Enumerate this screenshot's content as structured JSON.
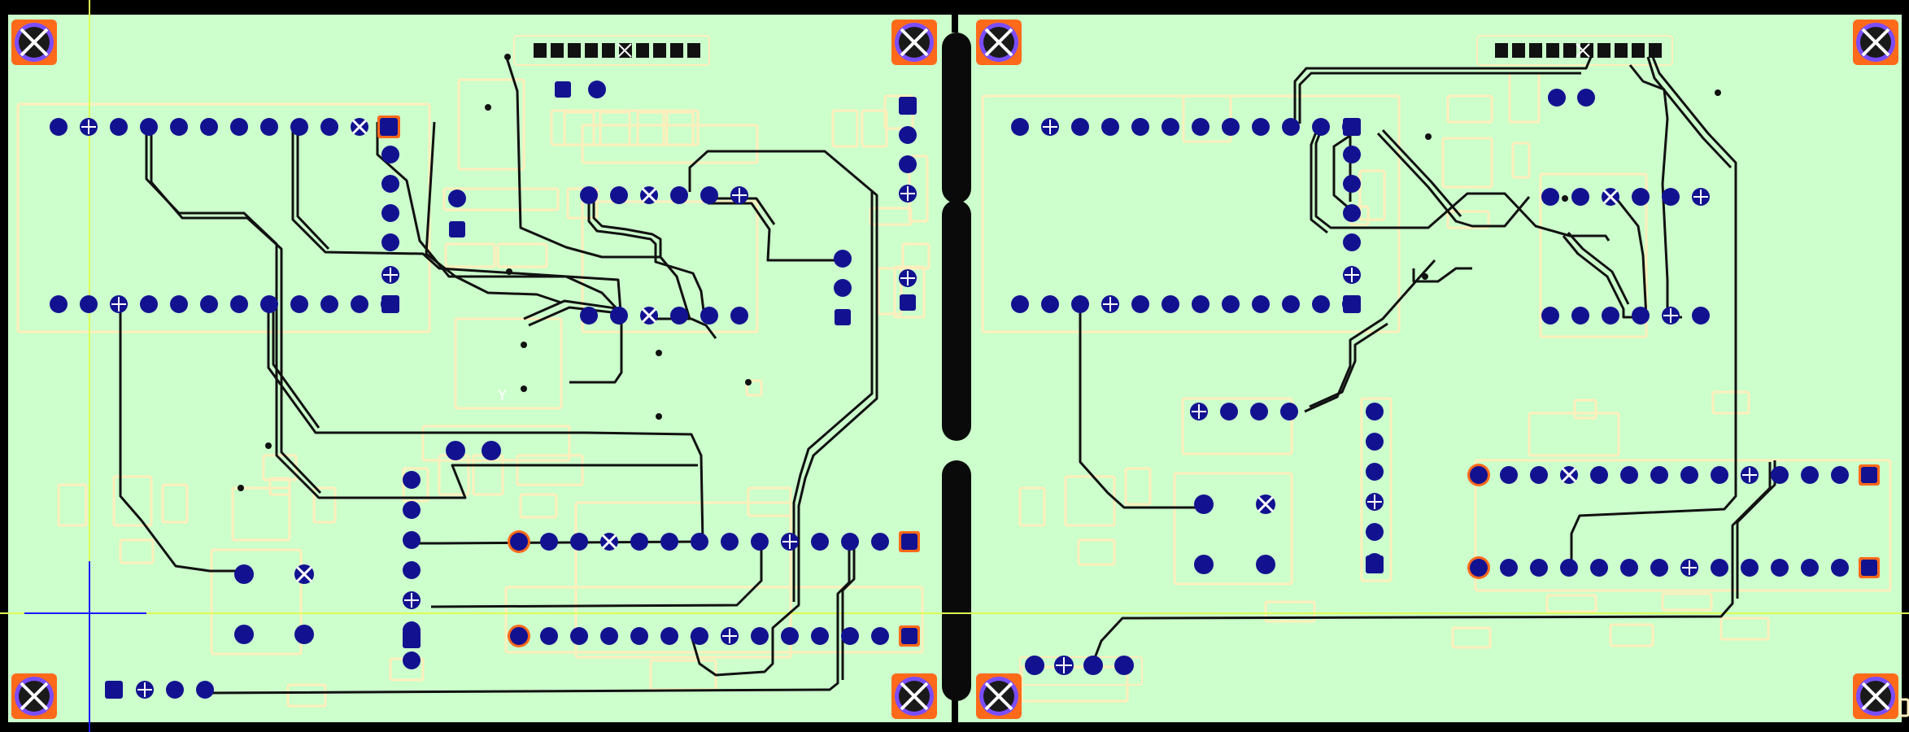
{
  "view": {
    "kind": "pcb-layout-view",
    "colors": {
      "background": "#000000",
      "board": "#ccffcc",
      "silkscreen": "#ffeebb",
      "trace": "#111111",
      "pad_fill": "#121291",
      "pad_outline": "#ff6a1a",
      "cursor": "#1a1aff",
      "guide": "#ddff55",
      "mount_hole": "#1a1a1a",
      "mount_ring": "#7a4dff"
    }
  },
  "mounting_holes": [
    "corner-tl-left",
    "corner-tr-left",
    "corner-bl-left",
    "corner-br-left",
    "corner-tl-right",
    "corner-tr-right",
    "corner-bl-right",
    "corner-br-right"
  ],
  "boards": [
    {
      "id": "left-board"
    },
    {
      "id": "right-board"
    }
  ],
  "labels": {
    "silk_letter": "Y"
  }
}
